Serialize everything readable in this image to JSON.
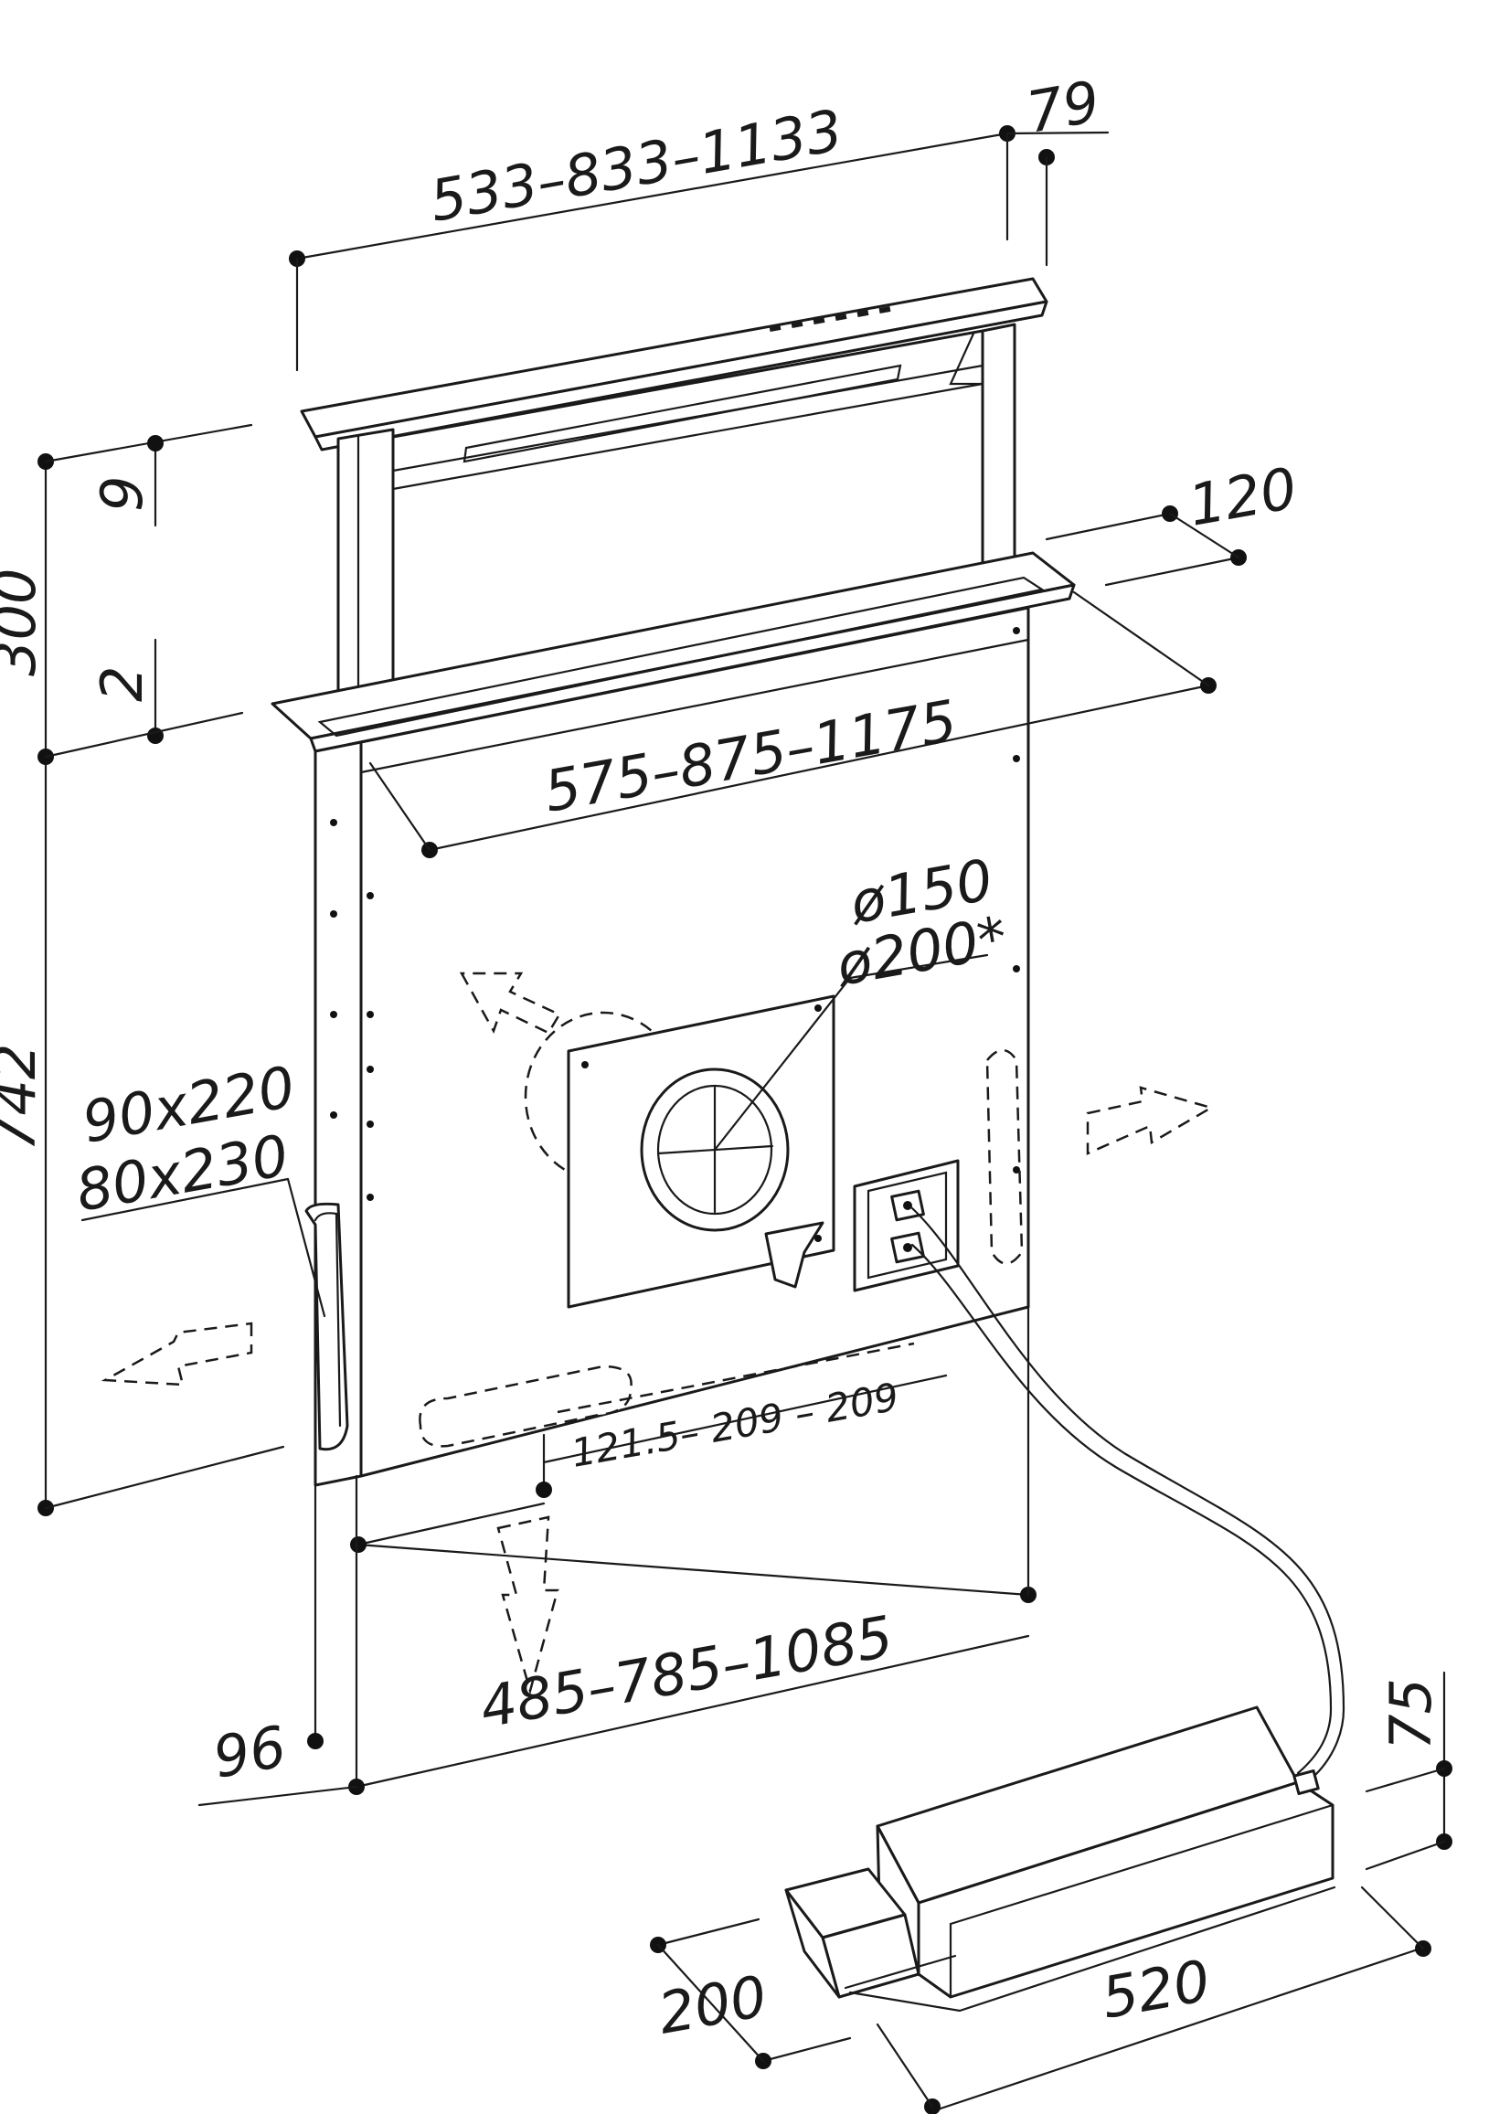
{
  "dimensions": {
    "deflector_width": "533–833–1133",
    "deflector_depth": "79",
    "lift_top": "9",
    "lift_total": "300",
    "lift_bottom": "2",
    "frame_depth": "120",
    "frame_width": "575–875–1175",
    "duct_diameters": "ø150\nø200*",
    "duct_small": "ø150",
    "duct_large": "ø200*",
    "body_height": "742",
    "side_outlets": "90x220\n80x230",
    "side_outlet_1": "90x220",
    "side_outlet_2": "80x230",
    "outlet_spacing": "121.5–  209  –  209",
    "body_width": "485–785–1085",
    "body_depth": "96",
    "motor_height": "75",
    "motor_width": "200",
    "motor_length": "520"
  }
}
